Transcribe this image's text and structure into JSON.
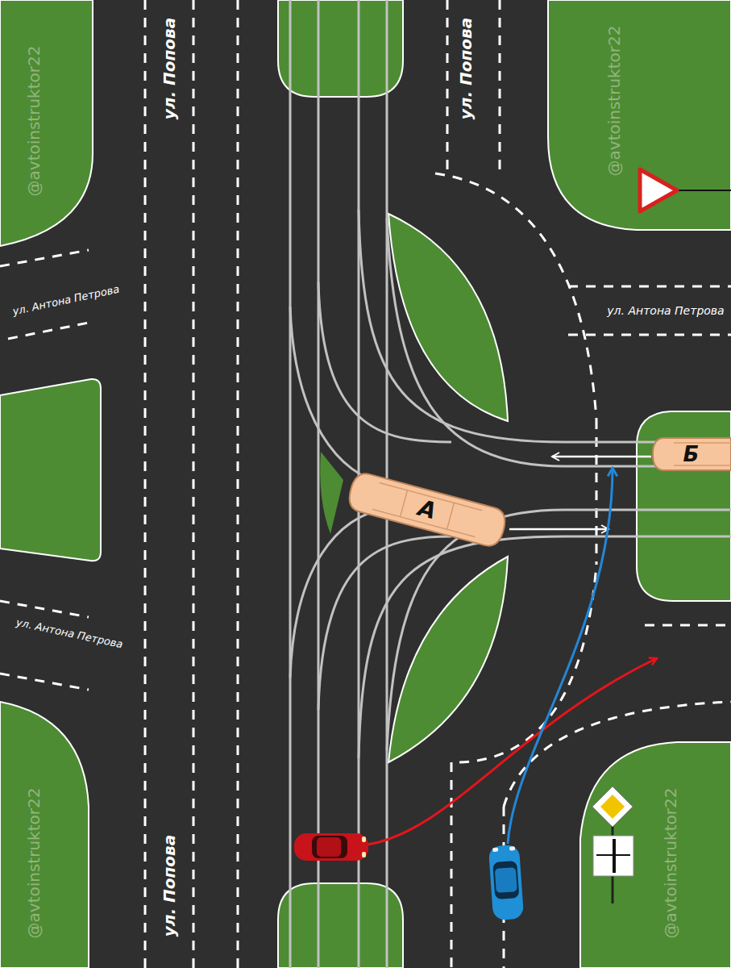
{
  "diagram": {
    "nodes": [
      {
        "text": [
          "Б"
        ]
      },
      {
        "text": [
          "А"
        ]
      }
    ],
    "labels": [
      "@avtoinstruktor22",
      "ул. Попова",
      "ул. Попова",
      "@avtoinstruktor22",
      "ул. Антона Петрова",
      "ул. Антона Петрова",
      "ул. Антона Петрова",
      "@avtoinstruktor22",
      "ул. Попова",
      "@avtoinstruktor22"
    ]
  }
}
